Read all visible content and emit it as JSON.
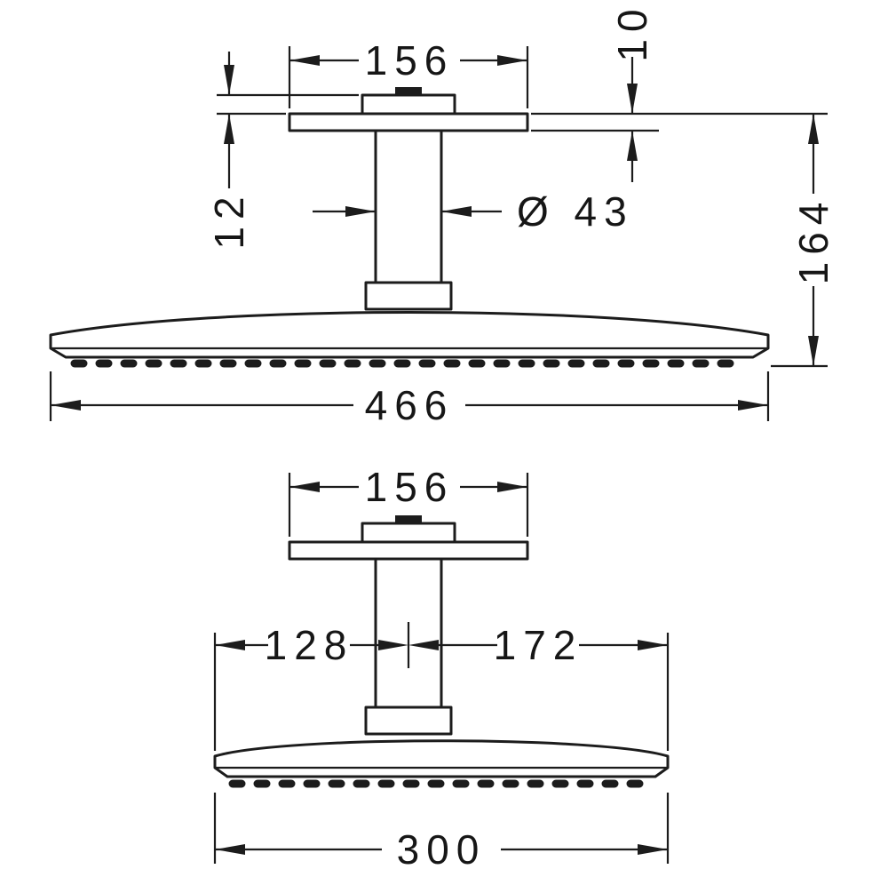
{
  "drawing": {
    "front": {
      "flange_width": "156",
      "flange_thickness": "10",
      "connector_height": "12",
      "pipe_diameter": "Ø 43",
      "overall_height": "164",
      "overall_width": "466"
    },
    "side": {
      "flange_width": "156",
      "offset_left": "128",
      "offset_right": "172",
      "overall_width": "300"
    }
  }
}
